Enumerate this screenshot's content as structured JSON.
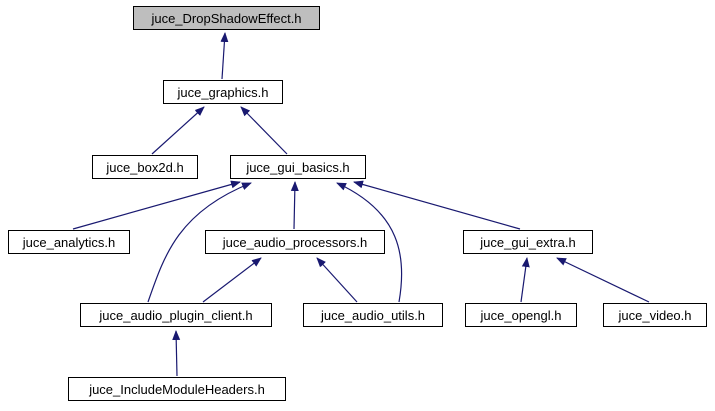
{
  "diagram": {
    "type": "include-dependency-graph",
    "root_label": "juce_DropShadowEffect.h",
    "colors": {
      "background": "#ffffff",
      "node_border": "#000000",
      "node_fill": "#ffffff",
      "root_fill": "#bebebe",
      "edge": "#191970",
      "text": "#000000"
    },
    "nodes": [
      {
        "id": "drop_shadow",
        "label": "juce_DropShadowEffect.h",
        "root": true
      },
      {
        "id": "graphics",
        "label": "juce_graphics.h"
      },
      {
        "id": "box2d",
        "label": "juce_box2d.h"
      },
      {
        "id": "gui_basics",
        "label": "juce_gui_basics.h"
      },
      {
        "id": "analytics",
        "label": "juce_analytics.h"
      },
      {
        "id": "audio_processors",
        "label": "juce_audio_processors.h"
      },
      {
        "id": "gui_extra",
        "label": "juce_gui_extra.h"
      },
      {
        "id": "audio_plugin_client",
        "label": "juce_audio_plugin_client.h"
      },
      {
        "id": "audio_utils",
        "label": "juce_audio_utils.h"
      },
      {
        "id": "opengl",
        "label": "juce_opengl.h"
      },
      {
        "id": "video",
        "label": "juce_video.h"
      },
      {
        "id": "include_module_headers",
        "label": "juce_IncludeModuleHeaders.h"
      }
    ],
    "edges": [
      {
        "from": "graphics",
        "to": "drop_shadow"
      },
      {
        "from": "box2d",
        "to": "graphics"
      },
      {
        "from": "gui_basics",
        "to": "graphics"
      },
      {
        "from": "analytics",
        "to": "gui_basics"
      },
      {
        "from": "audio_processors",
        "to": "gui_basics"
      },
      {
        "from": "gui_extra",
        "to": "gui_basics"
      },
      {
        "from": "audio_plugin_client",
        "to": "gui_basics",
        "curved": "left"
      },
      {
        "from": "audio_utils",
        "to": "gui_basics",
        "curved": "right"
      },
      {
        "from": "audio_plugin_client",
        "to": "audio_processors"
      },
      {
        "from": "audio_utils",
        "to": "audio_processors"
      },
      {
        "from": "opengl",
        "to": "gui_extra"
      },
      {
        "from": "video",
        "to": "gui_extra"
      },
      {
        "from": "include_module_headers",
        "to": "audio_plugin_client"
      }
    ]
  }
}
